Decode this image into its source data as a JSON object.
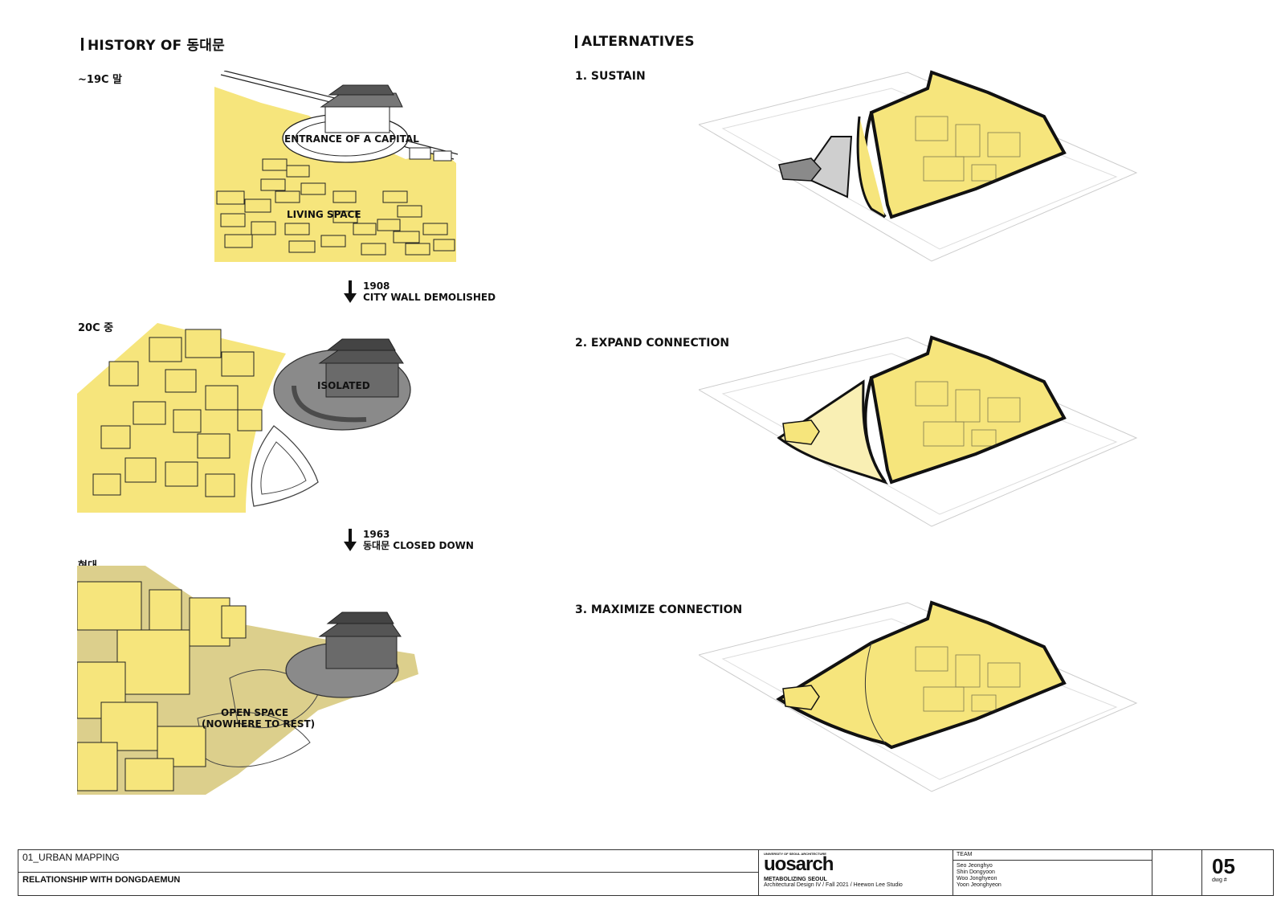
{
  "history": {
    "title": "HISTORY OF 동대문",
    "era1": {
      "label": "~19C 말",
      "gate": "ENTRANCE OF A CAPITAL",
      "living": "LIVING SPACE"
    },
    "arrow1": {
      "year": "1908",
      "text": "CITY WALL DEMOLISHED"
    },
    "era2": {
      "label": "20C 중",
      "gate": "ISOLATED"
    },
    "arrow2": {
      "year": "1963",
      "text": "동대문 CLOSED DOWN"
    },
    "era3": {
      "label": "현대",
      "open1": "OPEN SPACE",
      "open2": "(NOWHERE TO REST)"
    }
  },
  "alternatives": {
    "title": "ALTERNATIVES",
    "items": [
      "1. SUSTAIN",
      "2. EXPAND CONNECTION",
      "3. MAXIMIZE CONNECTION"
    ]
  },
  "title_block": {
    "section": "01_URBAN MAPPING",
    "drawing_title": "RELATIONSHIP WITH DONGDAEMUN",
    "logo": "uosarch",
    "logo_sub": "UNIVERSITY OF SEOUL ARCHITECTURE",
    "project": "METABOLIZING SEOUL",
    "course": "Architectural Design IV / Fall 2021 / Heewon Lee Studio",
    "team_label": "TEAM",
    "team": [
      "Seo Jeonghyo",
      "Shin Dongyoon",
      "Woo Jonghyeon",
      "Yoon Jeonghyeon"
    ],
    "sheet_number": "05",
    "dwg_label": "dwg #"
  },
  "colors": {
    "yellow": "#f6e57c",
    "light_yellow": "#f9efb4",
    "sand": "#dccf8c",
    "gray": "#8a8a8a",
    "dark_gray": "#5a5a5a"
  }
}
